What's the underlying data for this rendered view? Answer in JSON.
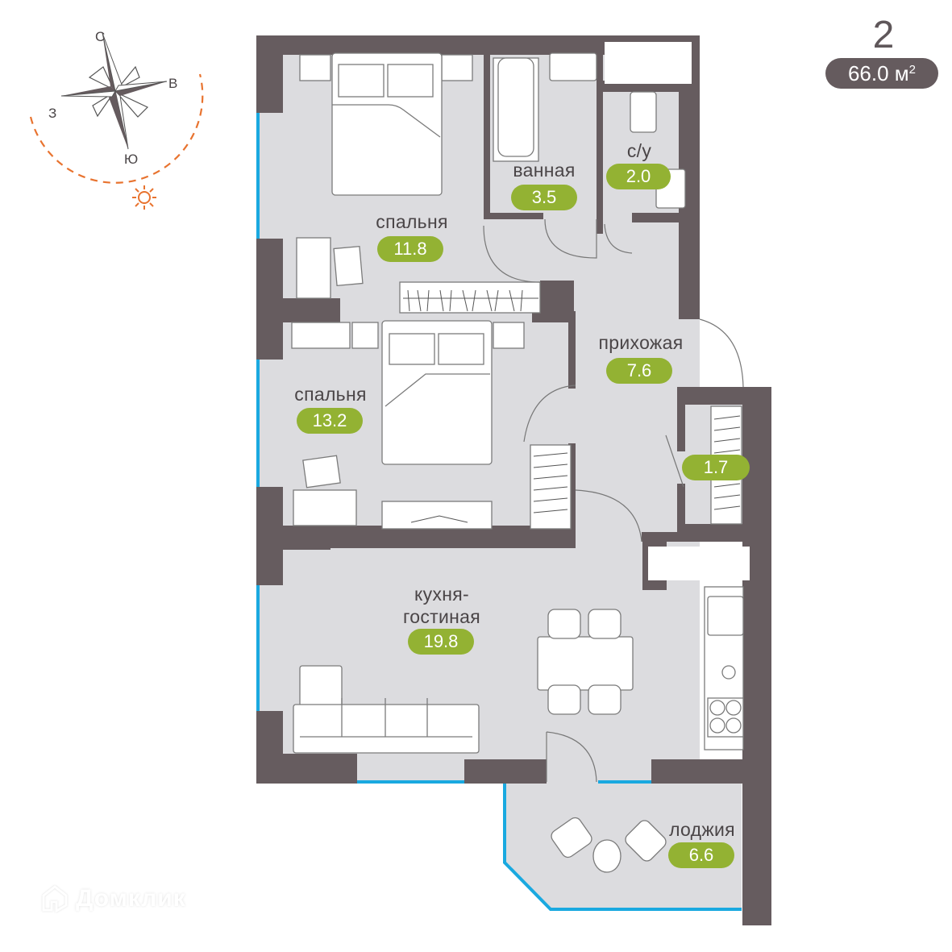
{
  "header": {
    "rooms_count": "2",
    "total_area_value": "66.0 м",
    "total_area_unit_sup": "2"
  },
  "compass": {
    "north": "С",
    "east": "В",
    "south": "Ю",
    "west": "З",
    "sun_icon": "sun-icon",
    "sun_path_color": "#e8732f"
  },
  "rooms": [
    {
      "id": "bedroom-1",
      "label": "спальня",
      "area": "11.8"
    },
    {
      "id": "bathroom",
      "label": "ванная",
      "area": "3.5"
    },
    {
      "id": "wc",
      "label": "с/у",
      "area": "2.0"
    },
    {
      "id": "hallway",
      "label": "прихожая",
      "area": "7.6"
    },
    {
      "id": "bedroom-2",
      "label": "спальня",
      "area": "13.2"
    },
    {
      "id": "storage",
      "label": "",
      "area": "1.7"
    },
    {
      "id": "kitchen-living",
      "label_line1": "кухня-",
      "label_line2": "гостиная",
      "area": "19.8"
    },
    {
      "id": "loggia",
      "label": "лоджия",
      "area": "6.6"
    }
  ],
  "colors": {
    "wall": "#665c5f",
    "floor": "#dcdcdf",
    "window": "#1aa9e0",
    "badge": "#93b233",
    "label_text": "#4a4547"
  },
  "watermark": {
    "text": "Домклик"
  }
}
